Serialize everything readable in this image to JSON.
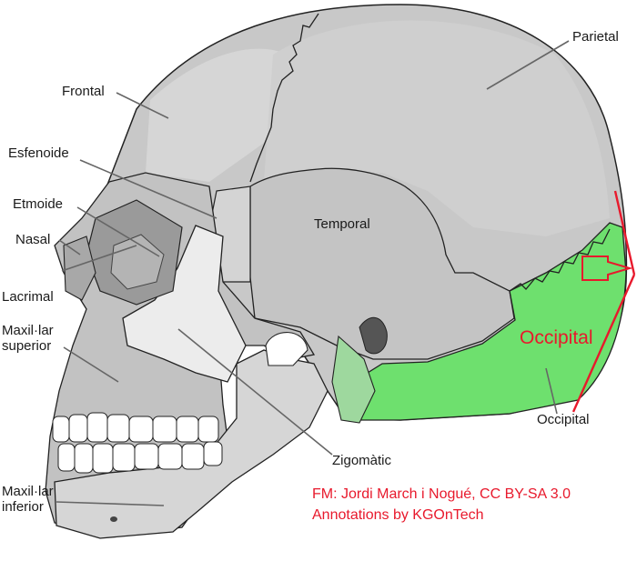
{
  "labels": {
    "parietal": "Parietal",
    "frontal": "Frontal",
    "esfenoide": "Esfenoide",
    "etmoide": "Etmoide",
    "nasal": "Nasal",
    "lacrimal": "Lacrimal",
    "maxil_lar_superior": "Maxil·lar superior",
    "temporal": "Temporal",
    "occipital": "Occipital",
    "zigomatic": "Zigomàtic",
    "maxil_lar_inferior": "Maxil·lar inferior"
  },
  "annotation": {
    "occipital_highlight": "Occipital"
  },
  "credits": {
    "line1": "FM: Jordi March i Nogué, CC BY-SA 3.0",
    "line2": "Annotations by KGOnTech"
  },
  "colors": {
    "bone": "#c8c8c8",
    "bone_light": "#e4e4e4",
    "occipital_highlight": "#6ee06e",
    "annotation_red": "#e8192c"
  }
}
